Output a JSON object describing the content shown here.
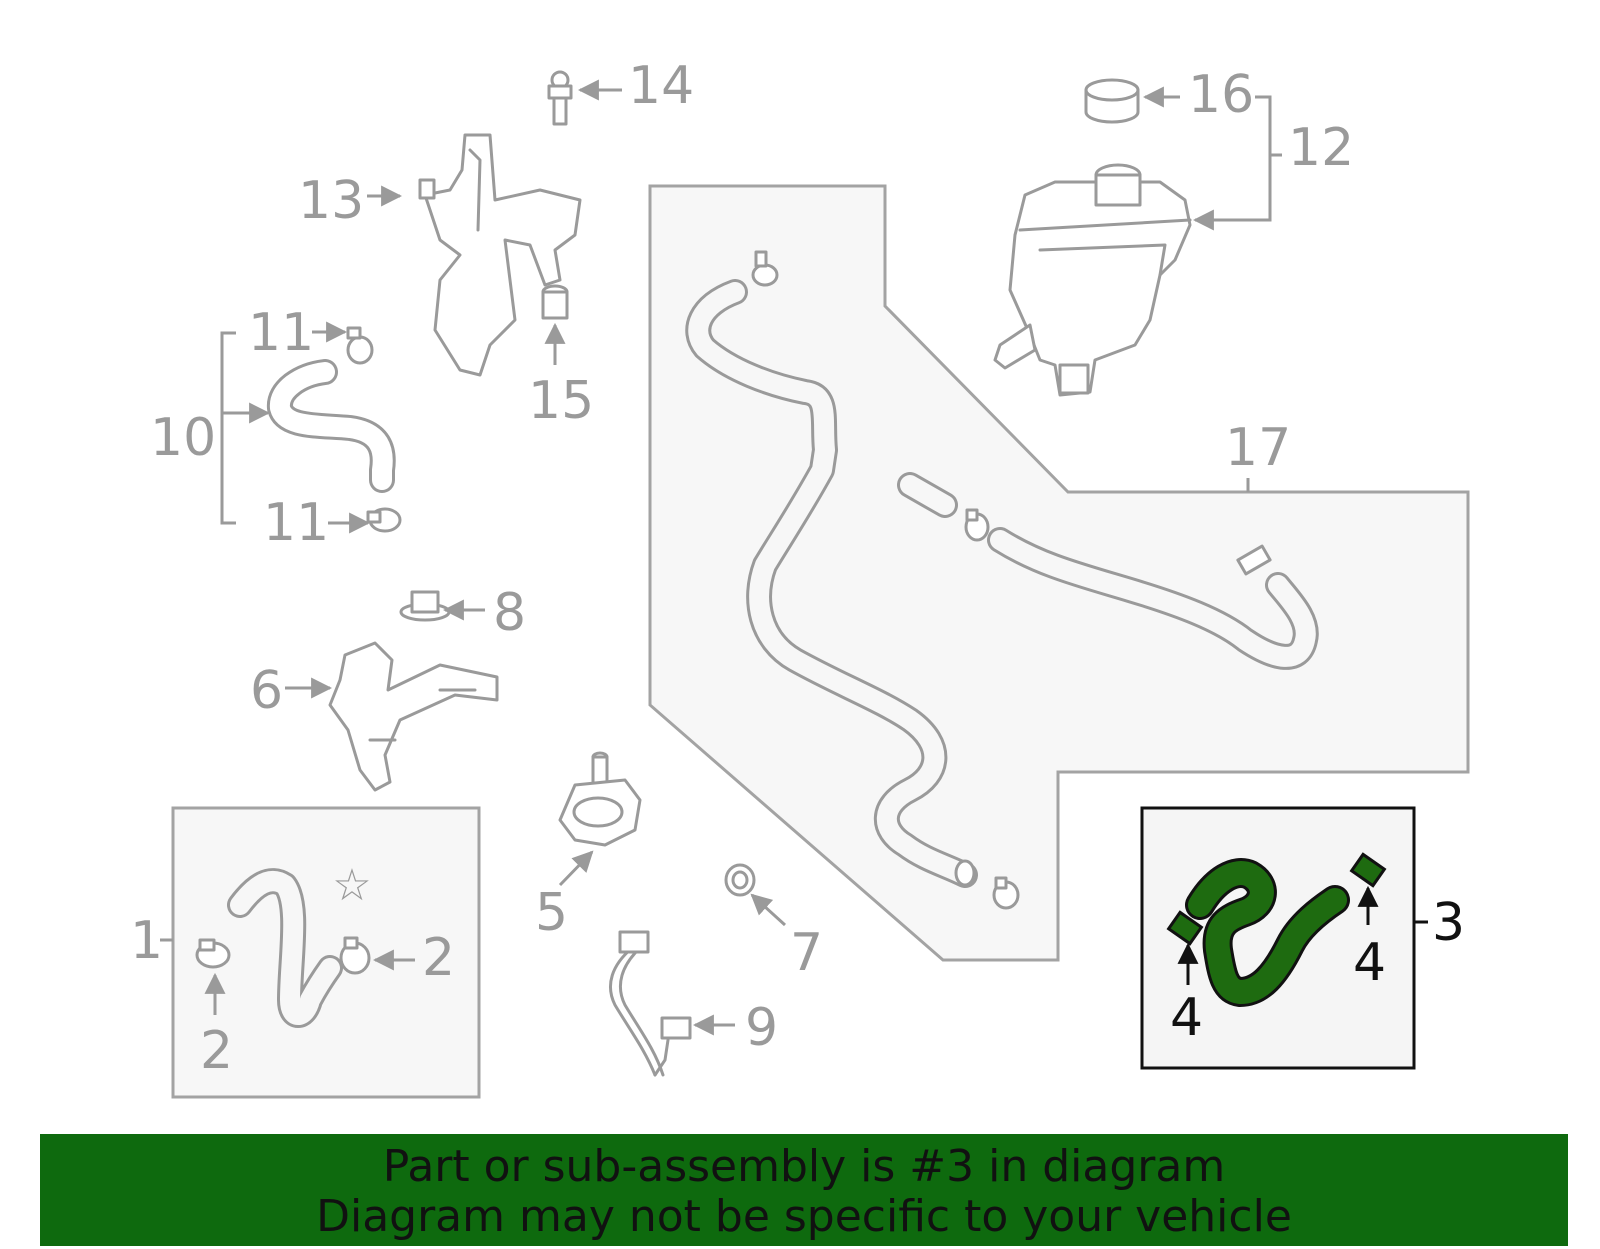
{
  "callouts": {
    "c1": "1",
    "c2a": "2",
    "c2b": "2",
    "c3": "3",
    "c4a": "4",
    "c4b": "4",
    "c5": "5",
    "c6": "6",
    "c7": "7",
    "c8": "8",
    "c9": "9",
    "c10": "10",
    "c11a": "11",
    "c11b": "11",
    "c12": "12",
    "c13": "13",
    "c14": "14",
    "c15": "15",
    "c16": "16",
    "c17": "17"
  },
  "symbols": {
    "star": "☆"
  },
  "highlight": {
    "part_number": "3",
    "color": "#1e6b10",
    "banner_color": "#0e6a0e"
  },
  "banner": {
    "line1": "Part or sub-assembly is #3 in diagram",
    "line2": "Diagram may not be specific to your vehicle"
  }
}
